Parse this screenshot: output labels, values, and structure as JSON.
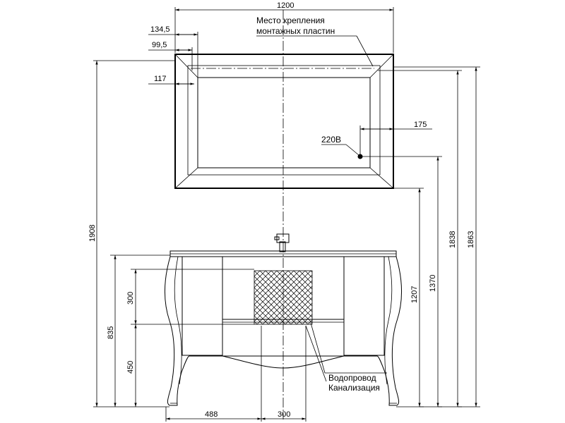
{
  "labels": {
    "mount_note_line1": "Место крепления",
    "mount_note_line2": "монтажных пластин",
    "power": "220В",
    "water": "Водопровод",
    "sewer": "Канализация"
  },
  "dimensions": {
    "mirror_width": "1200",
    "mount_offset_a": "134,5",
    "mount_offset_b": "99,5",
    "frame_offset": "117",
    "socket_offset": "175",
    "total_height": "1908",
    "height_1838": "1838",
    "height_1863": "1863",
    "height_1370": "1370",
    "height_1207": "1207",
    "cabinet_height": "835",
    "panel_height": "300",
    "lower_height": "450",
    "bottom_left": "488",
    "bottom_right": "300"
  }
}
